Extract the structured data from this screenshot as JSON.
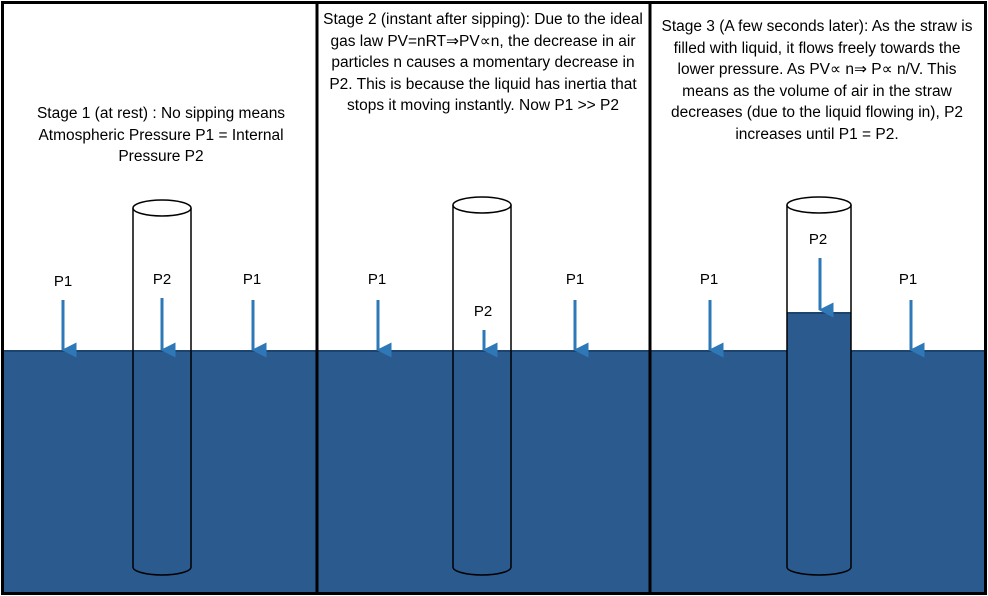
{
  "colors": {
    "liquid": "#2a5a8e",
    "arrow": "#2e78b8",
    "border": "#000000",
    "background": "#ffffff"
  },
  "panels": [
    {
      "text": "Stage 1 (at rest) : No sipping means Atmospheric Pressure P1 = Internal Pressure P2",
      "labels": {
        "left": "P1",
        "inner": "P2",
        "right": "P1"
      }
    },
    {
      "text": "Stage 2 (instant after sipping): Due to the ideal gas law PV=nRT⇒PV∝n, the decrease in air particles n causes a momentary decrease in P2. This is because the liquid has inertia that stops it moving instantly. Now P1 >> P2",
      "labels": {
        "left": "P1",
        "inner": "P2",
        "right": "P1"
      }
    },
    {
      "text": "Stage 3 (A few seconds later): As the straw is filled with liquid, it flows freely towards the lower pressure. As PV∝ n⇒ P∝ n/V. This means as the volume of air in the straw decreases (due to the liquid flowing in), P2 increases until P1 = P2.",
      "labels": {
        "left": "P1",
        "inner": "P2",
        "right": "P1"
      }
    }
  ]
}
